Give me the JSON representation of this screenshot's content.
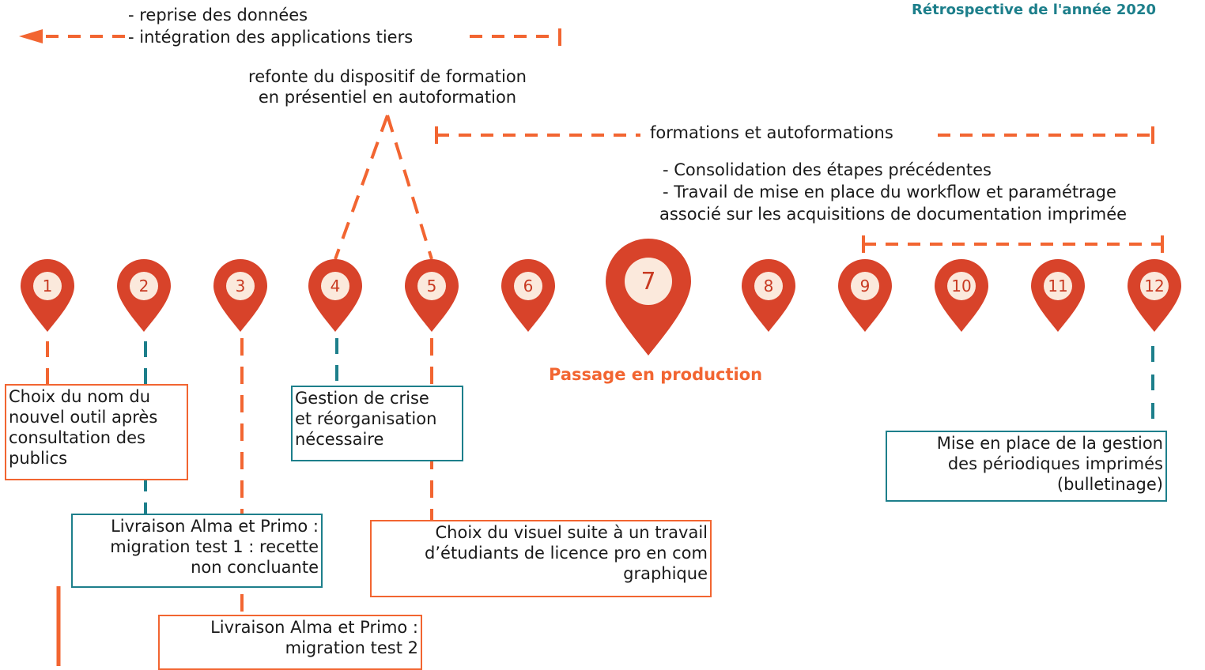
{
  "header": {
    "title": "Rétrospective de l'année 2020"
  },
  "colors": {
    "orange": "#f26531",
    "pin": "#d8432a",
    "pin_inner": "#fbe9dc",
    "teal": "#1d7f8b",
    "text": "#1a1a1a"
  },
  "timeline": {
    "pins": [
      "1",
      "2",
      "3",
      "4",
      "5",
      "6",
      "7",
      "8",
      "9",
      "10",
      "11",
      "12"
    ]
  },
  "annotations": {
    "migration_line1": "- reprise des données",
    "migration_line2": "- intégration des applications tiers",
    "refonte_line1": "refonte du dispositif de formation",
    "refonte_line2": "en présentiel en autoformation",
    "formations": "formations et autoformations",
    "consolidation_line1": "- Consolidation des étapes précédentes",
    "consolidation_line2": "- Travail de mise en place du workflow et paramétrage",
    "consolidation_line3": "associé sur les acquisitions de documentation imprimée",
    "production": "Passage en production"
  },
  "boxes": {
    "nom": [
      "Choix du nom du",
      "nouvel outil après",
      "consultation des",
      "publics"
    ],
    "crise": [
      "Gestion de crise",
      "et réorganisation",
      "nécessaire"
    ],
    "livraison1": [
      "Livraison Alma et Primo :",
      "migration test 1 : recette",
      "non concluante"
    ],
    "livraison2": [
      "Livraison Alma et Primo :",
      "migration test 2"
    ],
    "visuel": [
      "Choix du visuel suite à un travail",
      "d’étudiants de licence pro en com",
      "graphique"
    ],
    "periodiques": [
      "Mise en place de la gestion",
      "des périodiques imprimés",
      "(bulletinage)"
    ]
  }
}
